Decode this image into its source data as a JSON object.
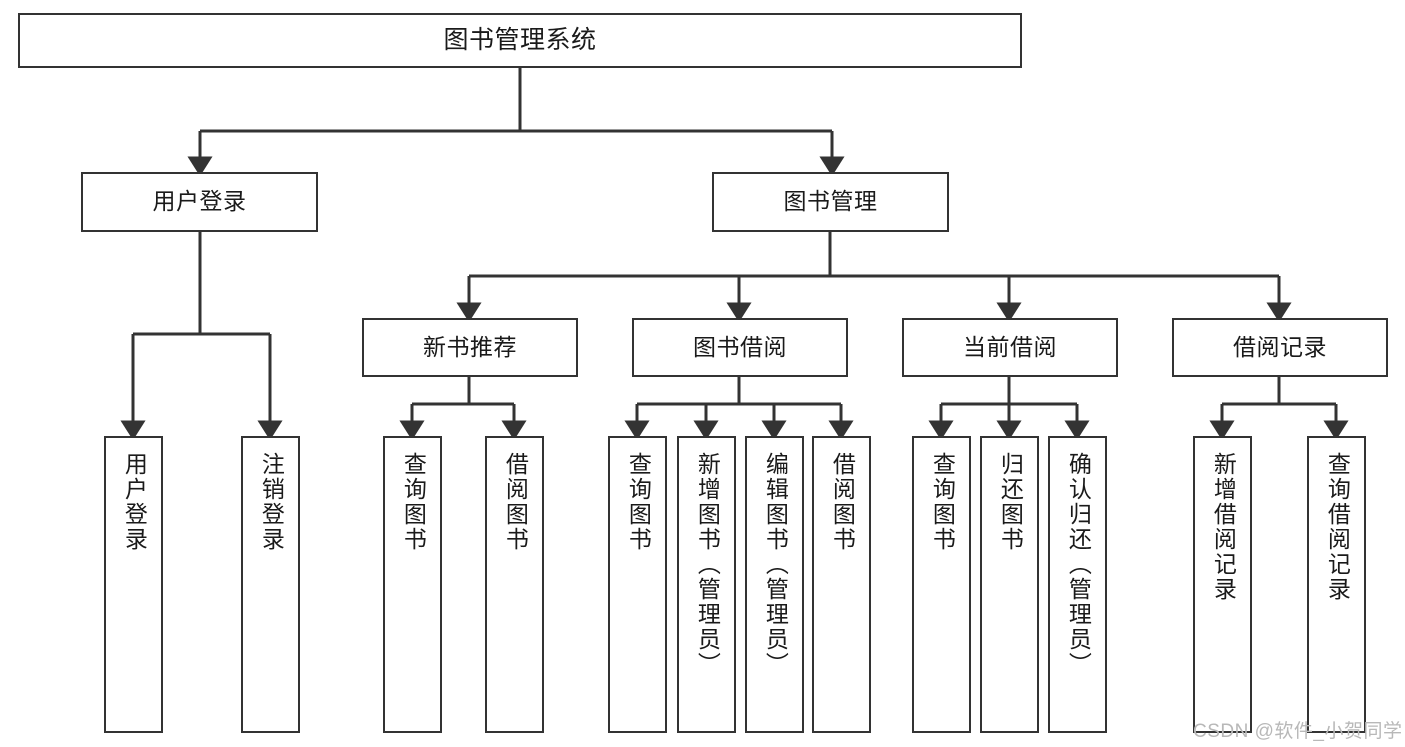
{
  "diagram": {
    "type": "tree-hierarchy-chart",
    "title": "图书管理系统",
    "watermark": "CSDN @软件_小贺同学",
    "colors": {
      "box_border": "#333333",
      "box_fill": "#ffffff",
      "connector": "#333333",
      "text": "#1a1a1a",
      "watermark": "#b8b8b8"
    },
    "root": {
      "label": "图书管理系统"
    },
    "level2": [
      {
        "id": "user-login",
        "label": "用户登录"
      },
      {
        "id": "book-manage",
        "label": "图书管理"
      }
    ],
    "level3": [
      {
        "id": "new-book-rec",
        "label": "新书推荐"
      },
      {
        "id": "book-borrow",
        "label": "图书借阅"
      },
      {
        "id": "current-borrow",
        "label": "当前借阅"
      },
      {
        "id": "borrow-record",
        "label": "借阅记录"
      }
    ],
    "leaves": {
      "user_login": [
        {
          "id": "leaf-user-login",
          "label": "用户登录"
        },
        {
          "id": "leaf-logout",
          "label": "注销登录"
        }
      ],
      "new_book_rec": [
        {
          "id": "leaf-query-book-1",
          "label": "查询图书"
        },
        {
          "id": "leaf-borrow-book-1",
          "label": "借阅图书"
        }
      ],
      "book_borrow": [
        {
          "id": "leaf-query-book-2",
          "label": "查询图书"
        },
        {
          "id": "leaf-add-book",
          "label": "新增图书（管理员）"
        },
        {
          "id": "leaf-edit-book",
          "label": "编辑图书（管理员）"
        },
        {
          "id": "leaf-borrow-book-2",
          "label": "借阅图书"
        }
      ],
      "current_borrow": [
        {
          "id": "leaf-query-book-3",
          "label": "查询图书"
        },
        {
          "id": "leaf-return-book",
          "label": "归还图书"
        },
        {
          "id": "leaf-confirm-return",
          "label": "确认归还（管理员）"
        }
      ],
      "borrow_record": [
        {
          "id": "leaf-add-record",
          "label": "新增借阅记录"
        },
        {
          "id": "leaf-query-record",
          "label": "查询借阅记录"
        }
      ]
    }
  }
}
